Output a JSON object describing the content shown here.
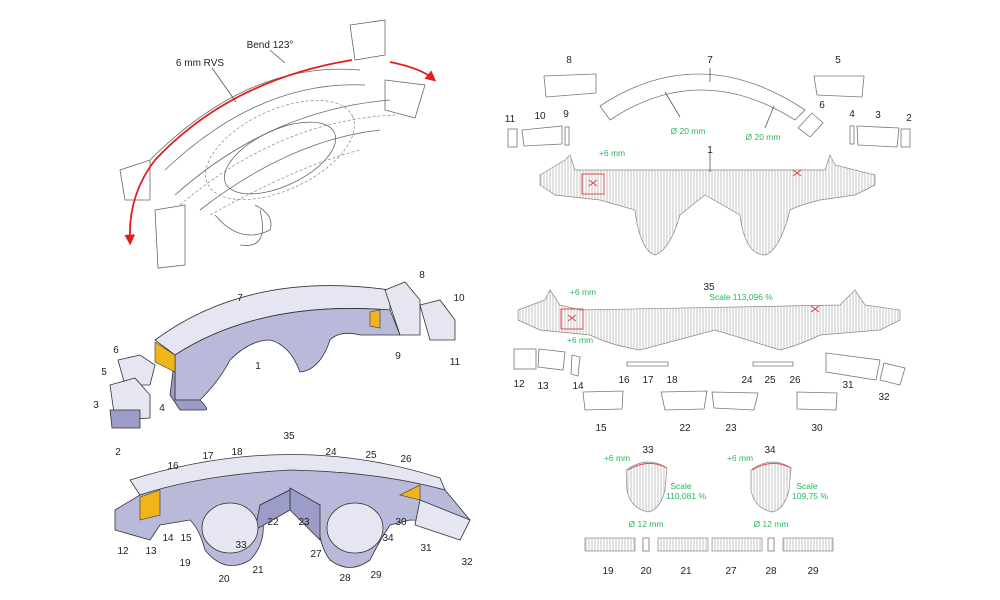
{
  "colors": {
    "accent_red": "#e02020",
    "note_green": "#2bb55a",
    "foam_purple": "#b9b9d9",
    "highlight_yellow": "#f1b51c"
  },
  "wireframe": {
    "bend_label": "Bend 123°",
    "material_label": "6 mm RVS"
  },
  "model_top": {
    "labels": [
      "7",
      "8",
      "10",
      "9",
      "11",
      "1",
      "6",
      "5",
      "4",
      "3",
      "2"
    ]
  },
  "model_bottom": {
    "labels": [
      "35",
      "16",
      "17",
      "18",
      "24",
      "25",
      "26",
      "22",
      "23",
      "15",
      "14",
      "13",
      "12",
      "33",
      "19",
      "20",
      "21",
      "27",
      "34",
      "28",
      "29",
      "30",
      "31",
      "32"
    ]
  },
  "pattern_top": {
    "labels": [
      "8",
      "7",
      "5",
      "11",
      "10",
      "9",
      "6",
      "4",
      "3",
      "2",
      "1"
    ],
    "notes": [
      "+6 mm",
      "Ø 20 mm",
      "Ø 20 mm"
    ]
  },
  "pattern_middle": {
    "labels": [
      "35",
      "12",
      "13",
      "14",
      "16",
      "17",
      "18",
      "24",
      "25",
      "26",
      "31",
      "32",
      "15",
      "22",
      "23",
      "30"
    ],
    "notes": [
      "Scale 113,096 %",
      "+6 mm",
      "+6 mm"
    ]
  },
  "pattern_bottom": {
    "labels": [
      "33",
      "34",
      "19",
      "20",
      "21",
      "27",
      "28",
      "29"
    ],
    "notes": [
      "+6 mm",
      "+6 mm",
      "Scale",
      "110,081 %",
      "Scale",
      "109,75 %",
      "Ø 12 mm",
      "Ø 12 mm"
    ]
  }
}
